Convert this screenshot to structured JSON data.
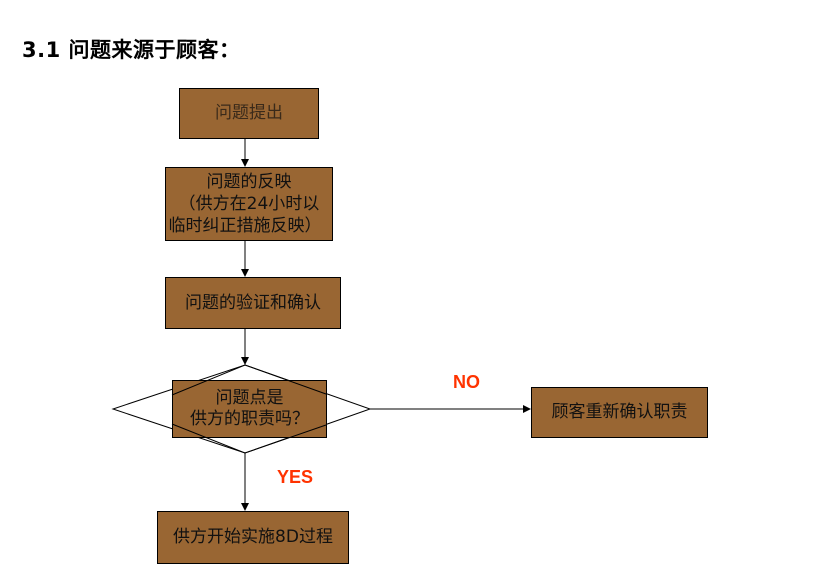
{
  "title": "3.1 问题来源于顾客：",
  "flow": {
    "step1": "问题提出",
    "step2_line1": "问题的反映",
    "step2_line2": "（供方在24小时以",
    "step2_line3": "临时纠正措施反映）",
    "step3": "问题的验证和确认",
    "decision_line1": "问题点是",
    "decision_line2": "供方的职责吗？",
    "no_label": "NO",
    "no_result": "顾客重新确认职责",
    "yes_label": "YES",
    "yes_result": "供方开始实施8D过程"
  },
  "colors": {
    "box_fill": "#996633",
    "label_color": "#ff3300"
  }
}
